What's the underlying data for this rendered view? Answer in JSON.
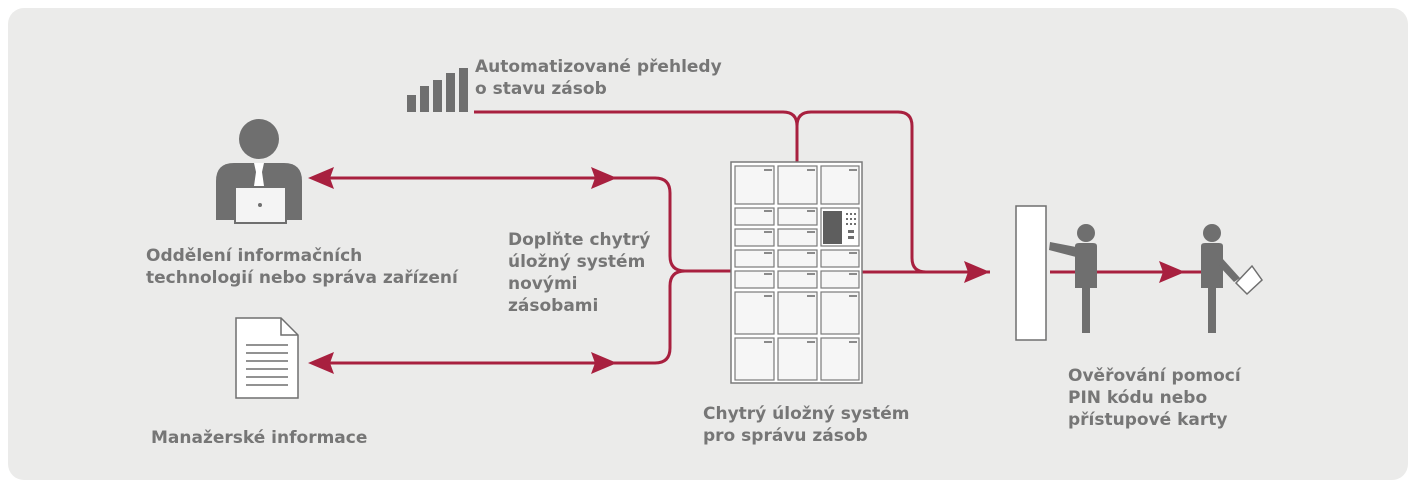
{
  "colors": {
    "panel_bg": "#ebebea",
    "flow_line": "#a8203f",
    "icon_fill": "#6f6f6f",
    "text": "#767676"
  },
  "labels": {
    "reports": [
      "Automatizované přehledy",
      "o stavu zásob"
    ],
    "it_dept": [
      "Oddělení informačních",
      "technologií nebo správa zařízení"
    ],
    "restock": [
      "Doplňte chytrý",
      "úložný systém",
      "novými",
      "zásobami"
    ],
    "mgmt_info": [
      "Manažerské informace"
    ],
    "storage": [
      "Chytrý úložný systém",
      "pro správu zásob"
    ],
    "auth": [
      "Ověřování pomocí",
      "PIN kódu nebo",
      "přístupové karty"
    ]
  },
  "icons": {
    "reports": "bar-chart-icon",
    "it_person": "person-at-laptop-icon",
    "document": "document-icon",
    "locker": "smart-locker-icon",
    "gate": "access-gate-icon",
    "employee_reaching": "person-reaching-icon",
    "employee_with_card": "person-with-card-icon"
  }
}
